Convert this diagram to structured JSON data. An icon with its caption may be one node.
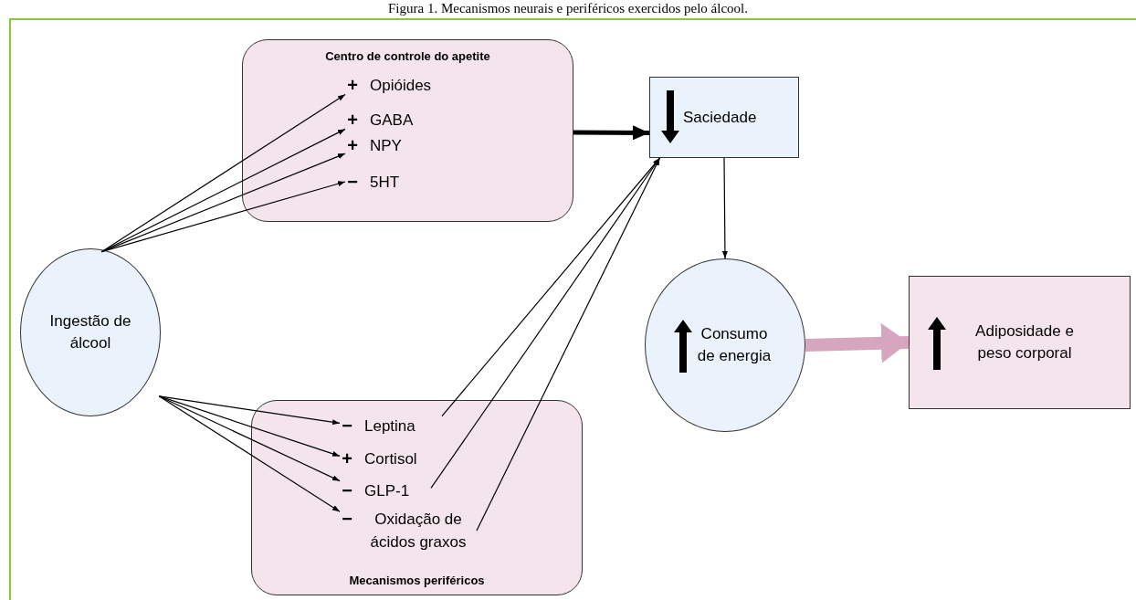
{
  "diagram": {
    "title": "Figura 1. Mecanismos neurais e periféricos exercidos pelo álcool.",
    "nodes": [
      {
        "text": [
          "Centro de controle do apetite"
        ]
      },
      {
        "text": [
          "Opióides"
        ],
        "beside": [
          "+"
        ],
        "in": 0
      },
      {
        "text": [
          "GABA"
        ],
        "beside": [
          "+"
        ],
        "in": 0
      },
      {
        "text": [
          "NPY"
        ],
        "beside": [
          "+"
        ],
        "in": 0
      },
      {
        "text": [
          "5HT"
        ],
        "beside": [
          "−"
        ],
        "in": 0
      },
      {
        "text": [
          "Saciedade"
        ]
      },
      {
        "text": [
          "Ingestão de álcool"
        ]
      },
      {
        "text": [
          "Mecanismos periféricos"
        ]
      },
      {
        "text": [
          "Leptina"
        ],
        "beside": [
          "−"
        ],
        "in": 7
      },
      {
        "text": [
          "Cortisol"
        ],
        "beside": [
          "+"
        ],
        "in": 7
      },
      {
        "text": [
          "GLP-1"
        ],
        "beside": [
          "−"
        ],
        "in": 7
      },
      {
        "text": [
          "Oxidação de ácidos graxos"
        ],
        "beside": [
          "−"
        ],
        "in": 7
      },
      {
        "text": [
          "Consumo de energia"
        ]
      },
      {
        "text": [
          "Adiposidade e peso corporal"
        ]
      }
    ],
    "edges": [
      {
        "from": 6,
        "to": 1,
        "arrow": "to"
      },
      {
        "from": 6,
        "to": 2,
        "arrow": "to"
      },
      {
        "from": 6,
        "to": 3,
        "arrow": "to"
      },
      {
        "from": 6,
        "to": 4,
        "arrow": "to"
      },
      {
        "from": 6,
        "to": 8,
        "arrow": "to"
      },
      {
        "from": 6,
        "to": 9,
        "arrow": "to"
      },
      {
        "from": 6,
        "to": 10,
        "arrow": "to"
      },
      {
        "from": 6,
        "to": 11,
        "arrow": "to"
      },
      {
        "from": 0,
        "to": 5,
        "arrow": "to",
        "style": "thick"
      },
      {
        "from": 8,
        "to": 5,
        "arrow": "to"
      },
      {
        "from": 10,
        "to": 5,
        "arrow": "to"
      },
      {
        "from": 11,
        "to": 5,
        "arrow": "to"
      },
      {
        "from": 5,
        "to": 12,
        "arrow": "to"
      },
      {
        "from": 12,
        "to": 13,
        "arrow": "to",
        "style": "thick",
        "color": "#d5a6bd"
      }
    ]
  }
}
